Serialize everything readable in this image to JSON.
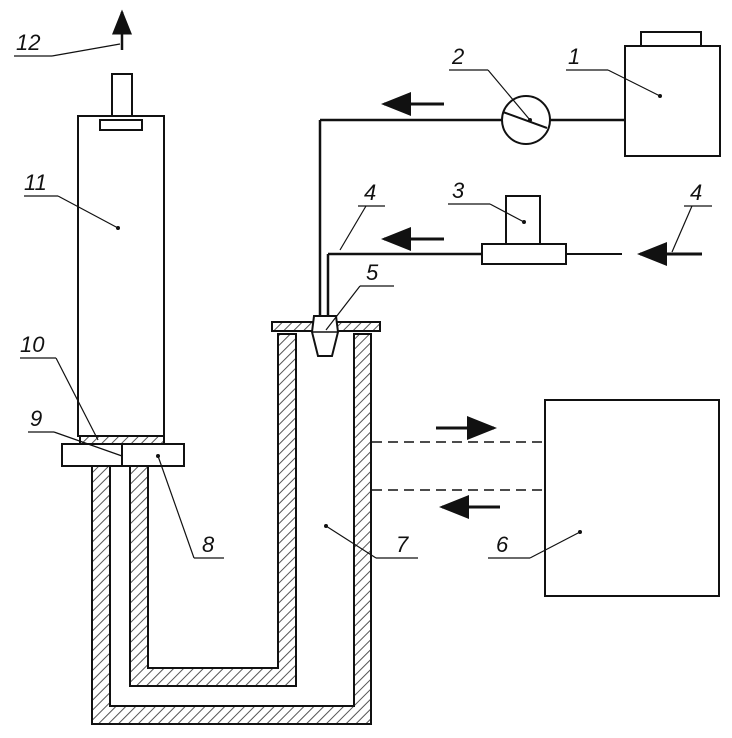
{
  "labels": {
    "l1": "1",
    "l2": "2",
    "l3": "3",
    "l4a": "4",
    "l4b": "4",
    "l5": "5",
    "l6": "6",
    "l7": "7",
    "l8": "8",
    "l9": "9",
    "l10": "10",
    "l11": "11",
    "l12": "12"
  },
  "colors": {
    "line": "#111111",
    "hatch_fill": "#d0d0d0",
    "background": "#ffffff"
  }
}
